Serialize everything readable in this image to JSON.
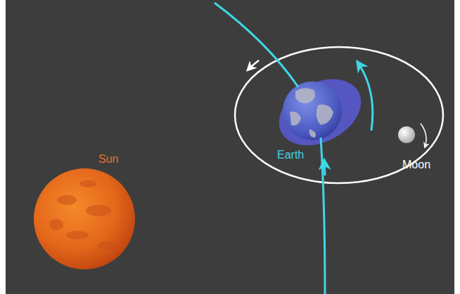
{
  "diagram": {
    "labels": [
      "Sun",
      "Earth",
      "Moon"
    ]
  }
}
